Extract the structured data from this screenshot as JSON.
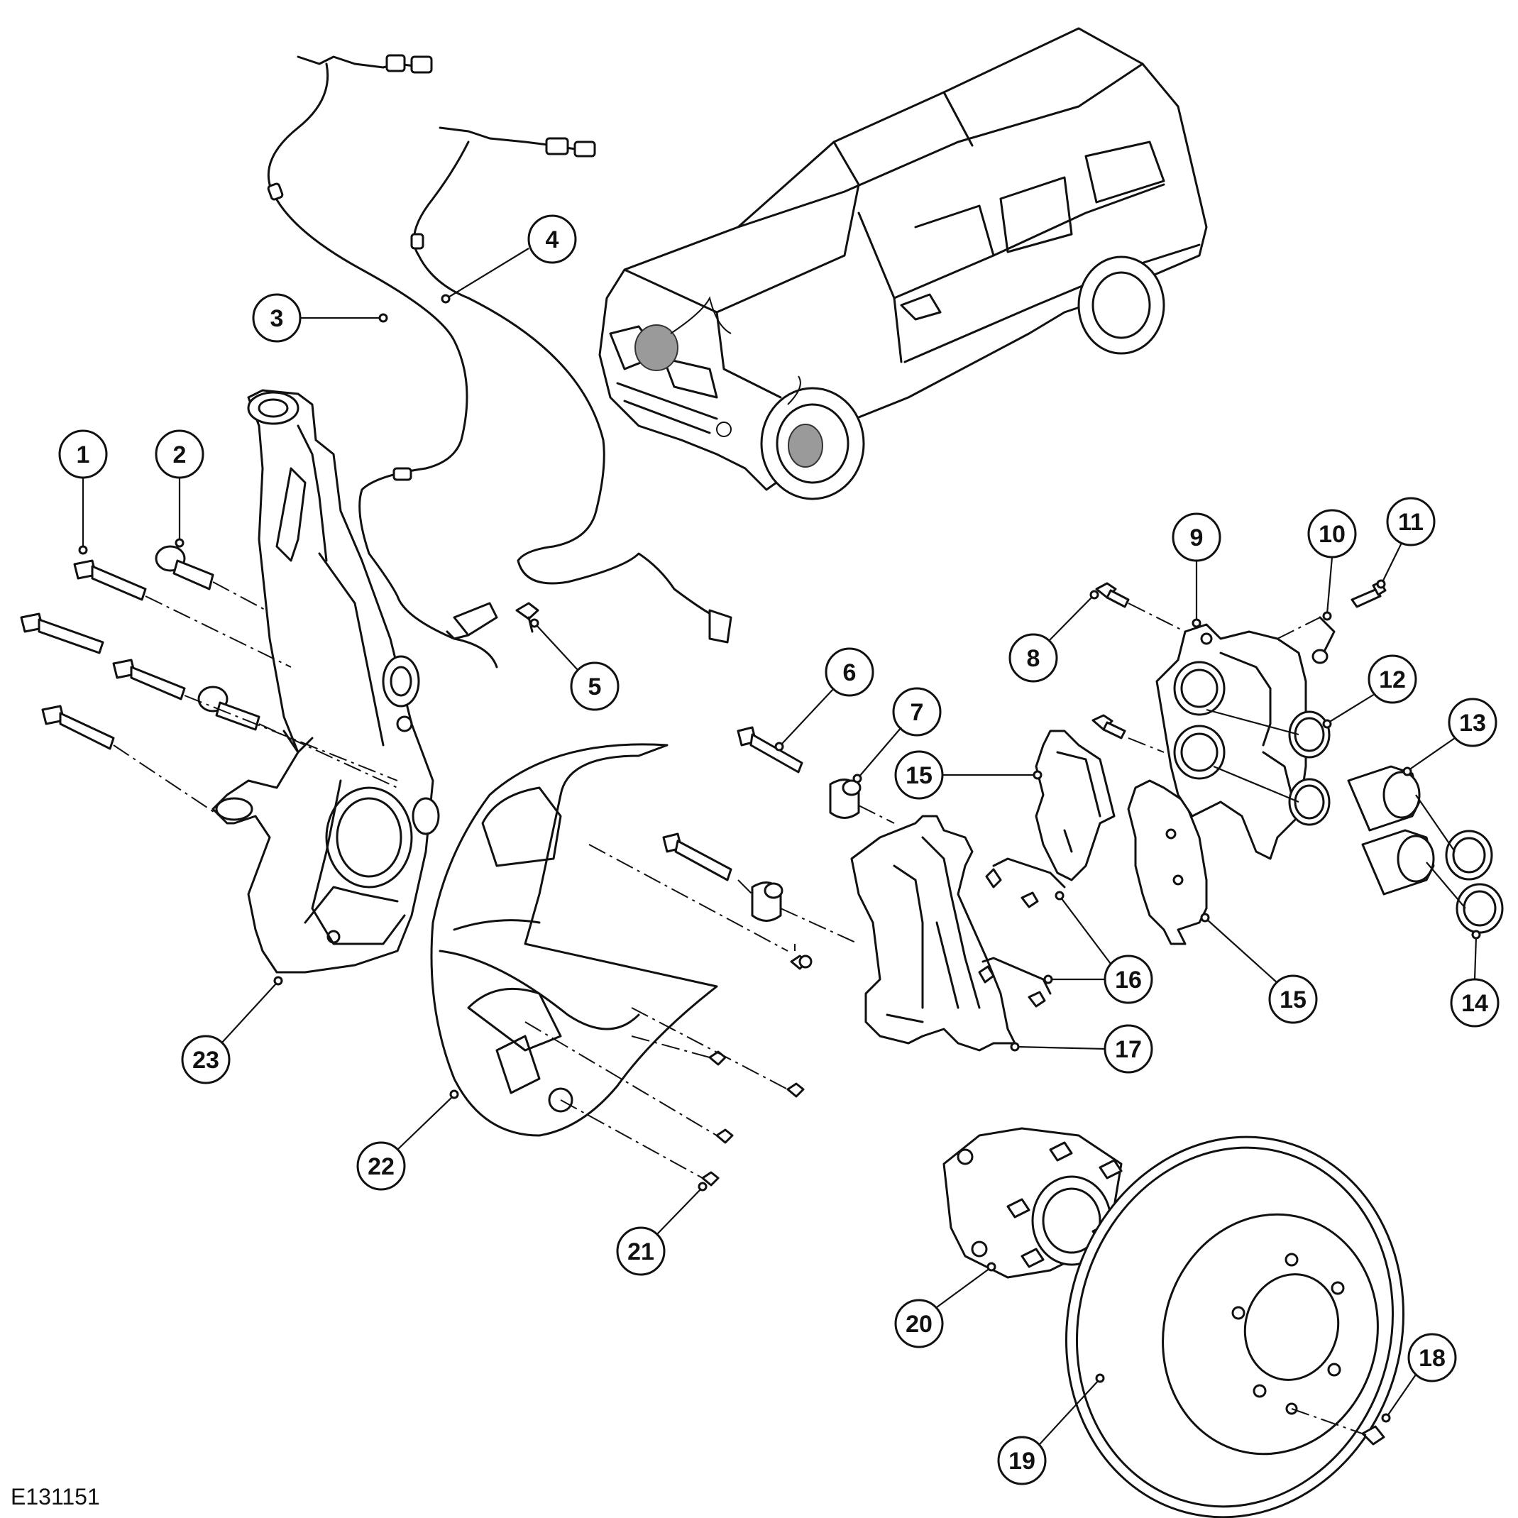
{
  "figure": {
    "code": "E131151"
  },
  "parts": [
    {
      "label": "1"
    },
    {
      "label": "2"
    },
    {
      "label": "3"
    },
    {
      "label": "4"
    },
    {
      "label": "5"
    },
    {
      "label": "6"
    },
    {
      "label": "7"
    },
    {
      "label": "8"
    },
    {
      "label": "9"
    },
    {
      "label": "10"
    },
    {
      "label": "11"
    },
    {
      "label": "12"
    },
    {
      "label": "13"
    },
    {
      "label": "14"
    },
    {
      "label": "15"
    },
    {
      "label": "15"
    },
    {
      "label": "16"
    },
    {
      "label": "17"
    },
    {
      "label": "18"
    },
    {
      "label": "19"
    },
    {
      "label": "20"
    },
    {
      "label": "21"
    },
    {
      "label": "22"
    },
    {
      "label": "23"
    }
  ],
  "colors": {
    "line": "#111111",
    "background": "#ffffff",
    "highlight": "#9a9a9a"
  }
}
